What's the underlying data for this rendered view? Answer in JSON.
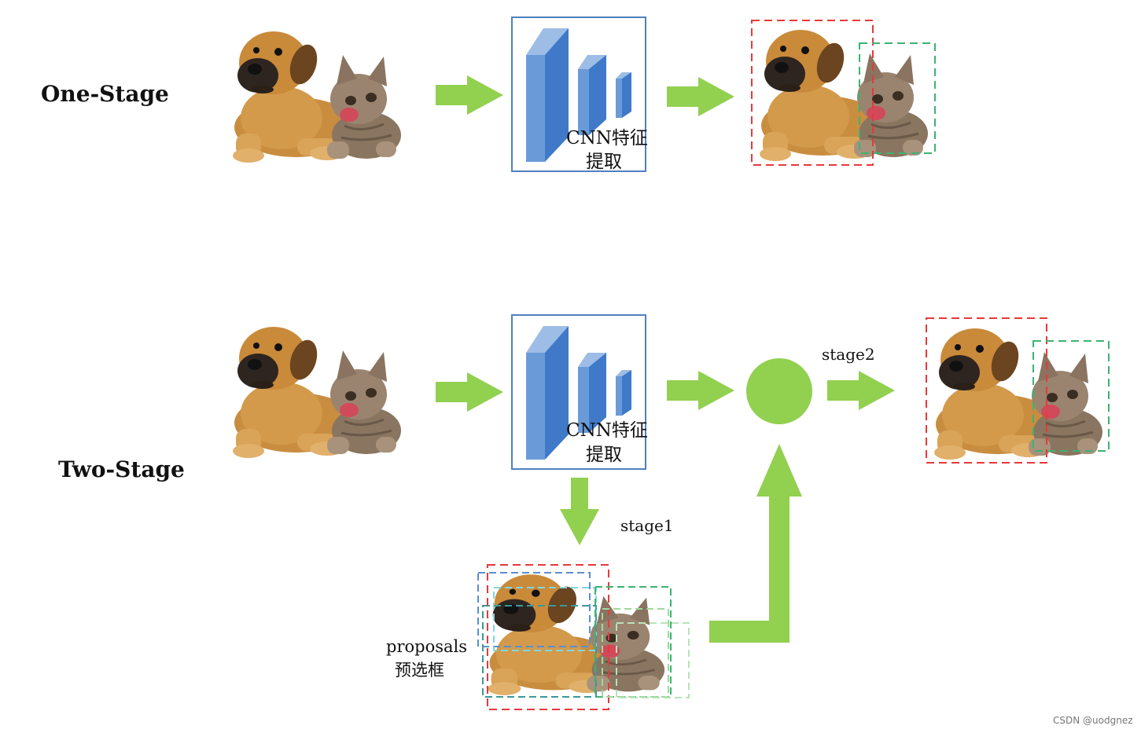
{
  "labels": {
    "one_stage": "One-Stage",
    "two_stage": "Two-Stage",
    "cnn_line1": "CNN特征",
    "cnn_line2": "提取",
    "stage1": "stage1",
    "stage2": "stage2",
    "proposals": "proposals",
    "proposals_cn": "预选框",
    "watermark": "CSDN @uodgnez"
  },
  "colors": {
    "arrow": "#92d050",
    "cnn_border": "#4f81bd",
    "cnn_front": "#6a9bd8",
    "cnn_side": "#3f79c8",
    "dog_box": "#e8383b",
    "cat_box": "#3cb371",
    "proposal_blue": "#5b8fd0",
    "proposal_cyan": "#7fd8e0",
    "proposal_teal": "#3a9a9a",
    "proposal_lightgreen": "#9ed89e"
  }
}
